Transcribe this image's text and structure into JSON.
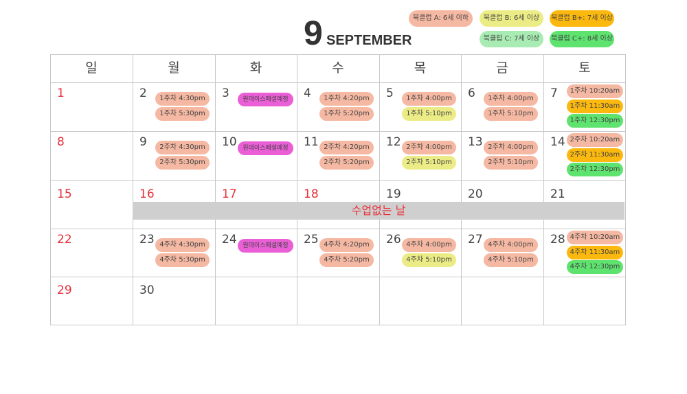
{
  "header": {
    "month_number": "9",
    "month_name": "SEPTEMBER"
  },
  "colors": {
    "A": "#f5b8a2",
    "B": "#ecec86",
    "Bplus": "#fbb80e",
    "C": "#a9ecb3",
    "Cplus": "#5ee36f",
    "oneday": "#ea5fd6",
    "sunday": "#e8303a",
    "noclass_bar": "#cfcfcf"
  },
  "legend": [
    {
      "label": "북클럽 A: 6세 이하",
      "color": "A"
    },
    {
      "label": "북클럽 B: 6세 이상",
      "color": "B"
    },
    {
      "label": "북클럽 B+: 7세 이상",
      "color": "Bplus"
    },
    {
      "label": "북클럽 C: 7세 이상",
      "color": "C"
    },
    {
      "label": "북클럽 C+: 8세 이상",
      "color": "Cplus"
    }
  ],
  "weekdays": [
    "일",
    "월",
    "화",
    "수",
    "목",
    "금",
    "토"
  ],
  "weeks": [
    [
      {
        "day": "1",
        "events": []
      },
      {
        "day": "2",
        "events": [
          {
            "label": "1주차 4:30pm",
            "color": "A"
          },
          {
            "label": "1주차 5:30pm",
            "color": "A"
          }
        ]
      },
      {
        "day": "3",
        "events": [
          {
            "label": "원데이스페셜예정",
            "color": "oneday"
          }
        ]
      },
      {
        "day": "4",
        "events": [
          {
            "label": "1주차 4:20pm",
            "color": "A"
          },
          {
            "label": "1주차 5:20pm",
            "color": "A"
          }
        ]
      },
      {
        "day": "5",
        "events": [
          {
            "label": "1주차 4:00pm",
            "color": "A"
          },
          {
            "label": "1주차 5:10pm",
            "color": "B"
          }
        ]
      },
      {
        "day": "6",
        "events": [
          {
            "label": "1주차 4:00pm",
            "color": "A"
          },
          {
            "label": "1주차 5:10pm",
            "color": "A"
          }
        ]
      },
      {
        "day": "7",
        "events": [
          {
            "label": "1주차 10:20am",
            "color": "A"
          },
          {
            "label": "1주차 11:30am",
            "color": "Bplus"
          },
          {
            "label": "1주차 12:30pm",
            "color": "Cplus"
          }
        ]
      }
    ],
    [
      {
        "day": "8",
        "events": []
      },
      {
        "day": "9",
        "events": [
          {
            "label": "2주차 4:30pm",
            "color": "A"
          },
          {
            "label": "2주차 5:30pm",
            "color": "A"
          }
        ]
      },
      {
        "day": "10",
        "events": [
          {
            "label": "원데이스페셜예정",
            "color": "oneday"
          }
        ]
      },
      {
        "day": "11",
        "events": [
          {
            "label": "2주차 4:20pm",
            "color": "A"
          },
          {
            "label": "2주차 5:20pm",
            "color": "A"
          }
        ]
      },
      {
        "day": "12",
        "events": [
          {
            "label": "2주차 4:00pm",
            "color": "A"
          },
          {
            "label": "2주차 5:10pm",
            "color": "B"
          }
        ]
      },
      {
        "day": "13",
        "events": [
          {
            "label": "2주차 4:00pm",
            "color": "A"
          },
          {
            "label": "2주차 5:10pm",
            "color": "A"
          }
        ]
      },
      {
        "day": "14",
        "events": [
          {
            "label": "2주차 10:20am",
            "color": "A"
          },
          {
            "label": "2주차 11:30am",
            "color": "Bplus"
          },
          {
            "label": "2주차 12:30pm",
            "color": "Cplus"
          }
        ]
      }
    ],
    [
      {
        "day": "15",
        "events": []
      },
      {
        "day": "16",
        "events": []
      },
      {
        "day": "17",
        "events": []
      },
      {
        "day": "18",
        "events": []
      },
      {
        "day": "19",
        "events": []
      },
      {
        "day": "20",
        "events": []
      },
      {
        "day": "21",
        "events": []
      }
    ],
    [
      {
        "day": "22",
        "events": []
      },
      {
        "day": "23",
        "events": [
          {
            "label": "4주차 4:30pm",
            "color": "A"
          },
          {
            "label": "4주차 5:30pm",
            "color": "A"
          }
        ]
      },
      {
        "day": "24",
        "events": [
          {
            "label": "원데이스페셜예정",
            "color": "oneday"
          }
        ]
      },
      {
        "day": "25",
        "events": [
          {
            "label": "4주차 4:20pm",
            "color": "A"
          },
          {
            "label": "4주차 5:20pm",
            "color": "A"
          }
        ]
      },
      {
        "day": "26",
        "events": [
          {
            "label": "4주차 4:00pm",
            "color": "A"
          },
          {
            "label": "4주차 5:10pm",
            "color": "B"
          }
        ]
      },
      {
        "day": "27",
        "events": [
          {
            "label": "4주차 4:00pm",
            "color": "A"
          },
          {
            "label": "4주차 5:10pm",
            "color": "A"
          }
        ]
      },
      {
        "day": "28",
        "events": [
          {
            "label": "4주차 10:20am",
            "color": "A"
          },
          {
            "label": "4주차 11:30am",
            "color": "Bplus"
          },
          {
            "label": "4주차 12:30pm",
            "color": "Cplus"
          }
        ]
      }
    ],
    [
      {
        "day": "29",
        "events": []
      },
      {
        "day": "30",
        "events": []
      },
      {
        "day": "",
        "events": []
      },
      {
        "day": "",
        "events": []
      },
      {
        "day": "",
        "events": []
      },
      {
        "day": "",
        "events": []
      },
      {
        "day": "",
        "events": []
      }
    ]
  ],
  "red_days": [
    "1",
    "8",
    "15",
    "16",
    "17",
    "18",
    "22",
    "29"
  ],
  "no_class_banner": {
    "label": "수업없는 날"
  }
}
